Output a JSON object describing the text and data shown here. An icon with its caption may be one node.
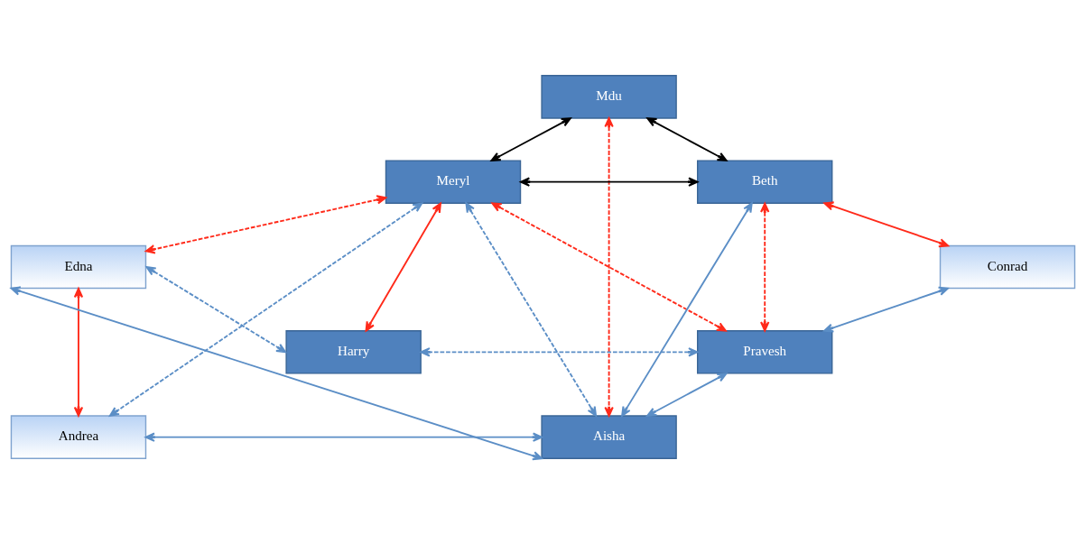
{
  "diagram": {
    "nodes": [
      {
        "text": [
          "Mdu"
        ]
      },
      {
        "text": [
          "Meryl"
        ]
      },
      {
        "text": [
          "Beth"
        ]
      },
      {
        "text": [
          "Edna"
        ]
      },
      {
        "text": [
          "Conrad"
        ]
      },
      {
        "text": [
          "Harry"
        ]
      },
      {
        "text": [
          "Pravesh"
        ]
      },
      {
        "text": [
          "Andrea"
        ]
      },
      {
        "text": [
          "Aisha"
        ]
      }
    ],
    "edges": [
      {
        "from": 0,
        "to": 1,
        "arrow": "both",
        "color": "#000000"
      },
      {
        "from": 0,
        "to": 2,
        "arrow": "both",
        "color": "#000000"
      },
      {
        "from": 1,
        "to": 2,
        "arrow": "both",
        "color": "#000000"
      },
      {
        "from": 0,
        "to": 8,
        "arrow": "both",
        "style": "dashed",
        "color": "#ff2a1a"
      },
      {
        "from": 1,
        "to": 6,
        "arrow": "both",
        "style": "dashed",
        "color": "#ff2a1a"
      },
      {
        "from": 1,
        "to": 3,
        "arrow": "both",
        "style": "dashed",
        "color": "#ff2a1a"
      },
      {
        "from": 1,
        "to": 5,
        "arrow": "both",
        "color": "#ff2a1a"
      },
      {
        "from": 3,
        "to": 5,
        "arrow": "both",
        "style": "dashed"
      },
      {
        "from": 1,
        "to": 7,
        "arrow": "both",
        "style": "dashed"
      },
      {
        "from": 1,
        "to": 8,
        "arrow": "both",
        "style": "dashed"
      },
      {
        "from": 6,
        "to": 5,
        "arrow": "both",
        "style": "dashed"
      },
      {
        "from": 2,
        "to": 6,
        "arrow": "both",
        "style": "dashed",
        "color": "#ff2a1a"
      },
      {
        "from": 2,
        "to": 4,
        "arrow": "both",
        "color": "#ff2a1a"
      },
      {
        "from": 4,
        "to": 6,
        "arrow": "both"
      },
      {
        "from": 3,
        "to": 8,
        "arrow": "both"
      },
      {
        "from": 3,
        "to": 7,
        "arrow": "both",
        "color": "#ff2a1a"
      },
      {
        "from": 7,
        "to": 8,
        "arrow": "both"
      },
      {
        "from": 8,
        "to": 2,
        "arrow": "both"
      },
      {
        "from": 8,
        "to": 6,
        "arrow": "both"
      }
    ]
  }
}
